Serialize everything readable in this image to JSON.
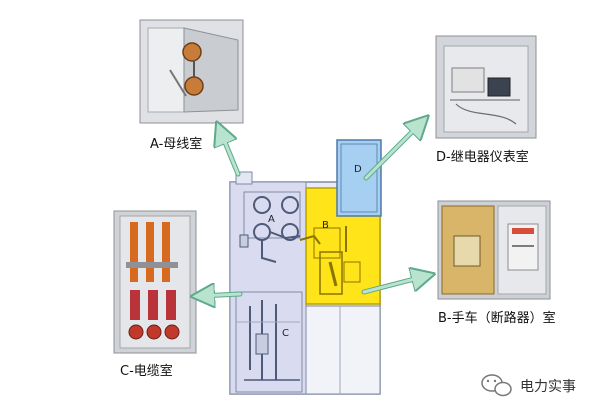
{
  "labels": {
    "busbar_room": "A-母线室",
    "relay_room": "D-继电器仪表室",
    "cable_room": "C-电缆室",
    "breaker_room": "B-手车（断路器）室"
  },
  "cabinet_markers": {
    "a": "A",
    "b": "B",
    "c": "C",
    "d": "D"
  },
  "watermark": {
    "text": "电力实事"
  },
  "colors": {
    "breaker_highlight": "#ffe41a",
    "relay_highlight": "#a7cff2",
    "cabinet_outline": "#7f8aa6",
    "arrow": "#b8e3cf",
    "arrow_outline": "#5fa98b"
  }
}
